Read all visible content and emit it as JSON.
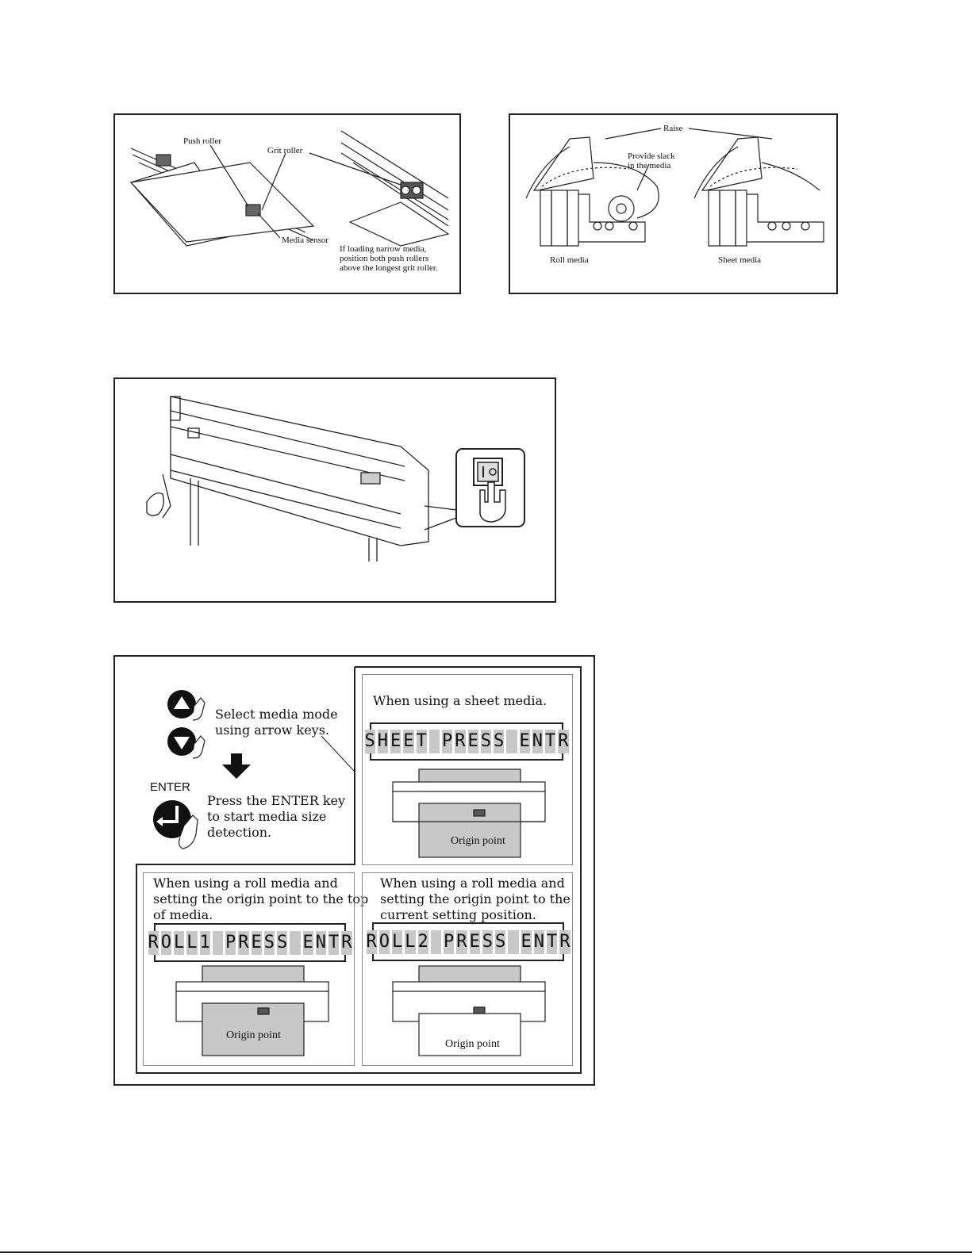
{
  "figure1": {
    "label_push_roller": "Push roller",
    "label_grit_roller": "Grit roller",
    "label_media_sensor": "Media sensor",
    "label_narrow_note": "If loading narrow media,\nposition both push rollers\nabove the longest grit roller."
  },
  "figure2": {
    "label_raise": "Raise",
    "label_slack": "Provide slack\nin the media",
    "label_roll_media": "Roll media",
    "label_sheet_media": "Sheet media"
  },
  "figure4": {
    "select_text": "Select media mode\nusing arrow keys.",
    "enter_label": "ENTER",
    "enter_text": "Press the ENTER key\nto start media size\ndetection.",
    "sheet_heading": "When using a sheet media.",
    "sheet_lcd": "SHEET PRESS ENTR",
    "sheet_origin": "Origin point",
    "roll1_heading": "When using a roll media and\nsetting the origin point to the top\nof media.",
    "roll1_lcd": "ROLL1 PRESS ENTR",
    "roll1_origin": "Origin point",
    "roll2_heading": "When using a roll media and\nsetting the origin point to the\ncurrent setting position.",
    "roll2_lcd": "ROLL2 PRESS ENTR",
    "roll2_origin": "Origin point"
  },
  "icons": {
    "up": "up-arrow-key-icon",
    "down": "down-arrow-key-icon",
    "enter": "enter-key-icon",
    "arrow": "down-arrow-icon",
    "power": "power-switch-icon"
  }
}
